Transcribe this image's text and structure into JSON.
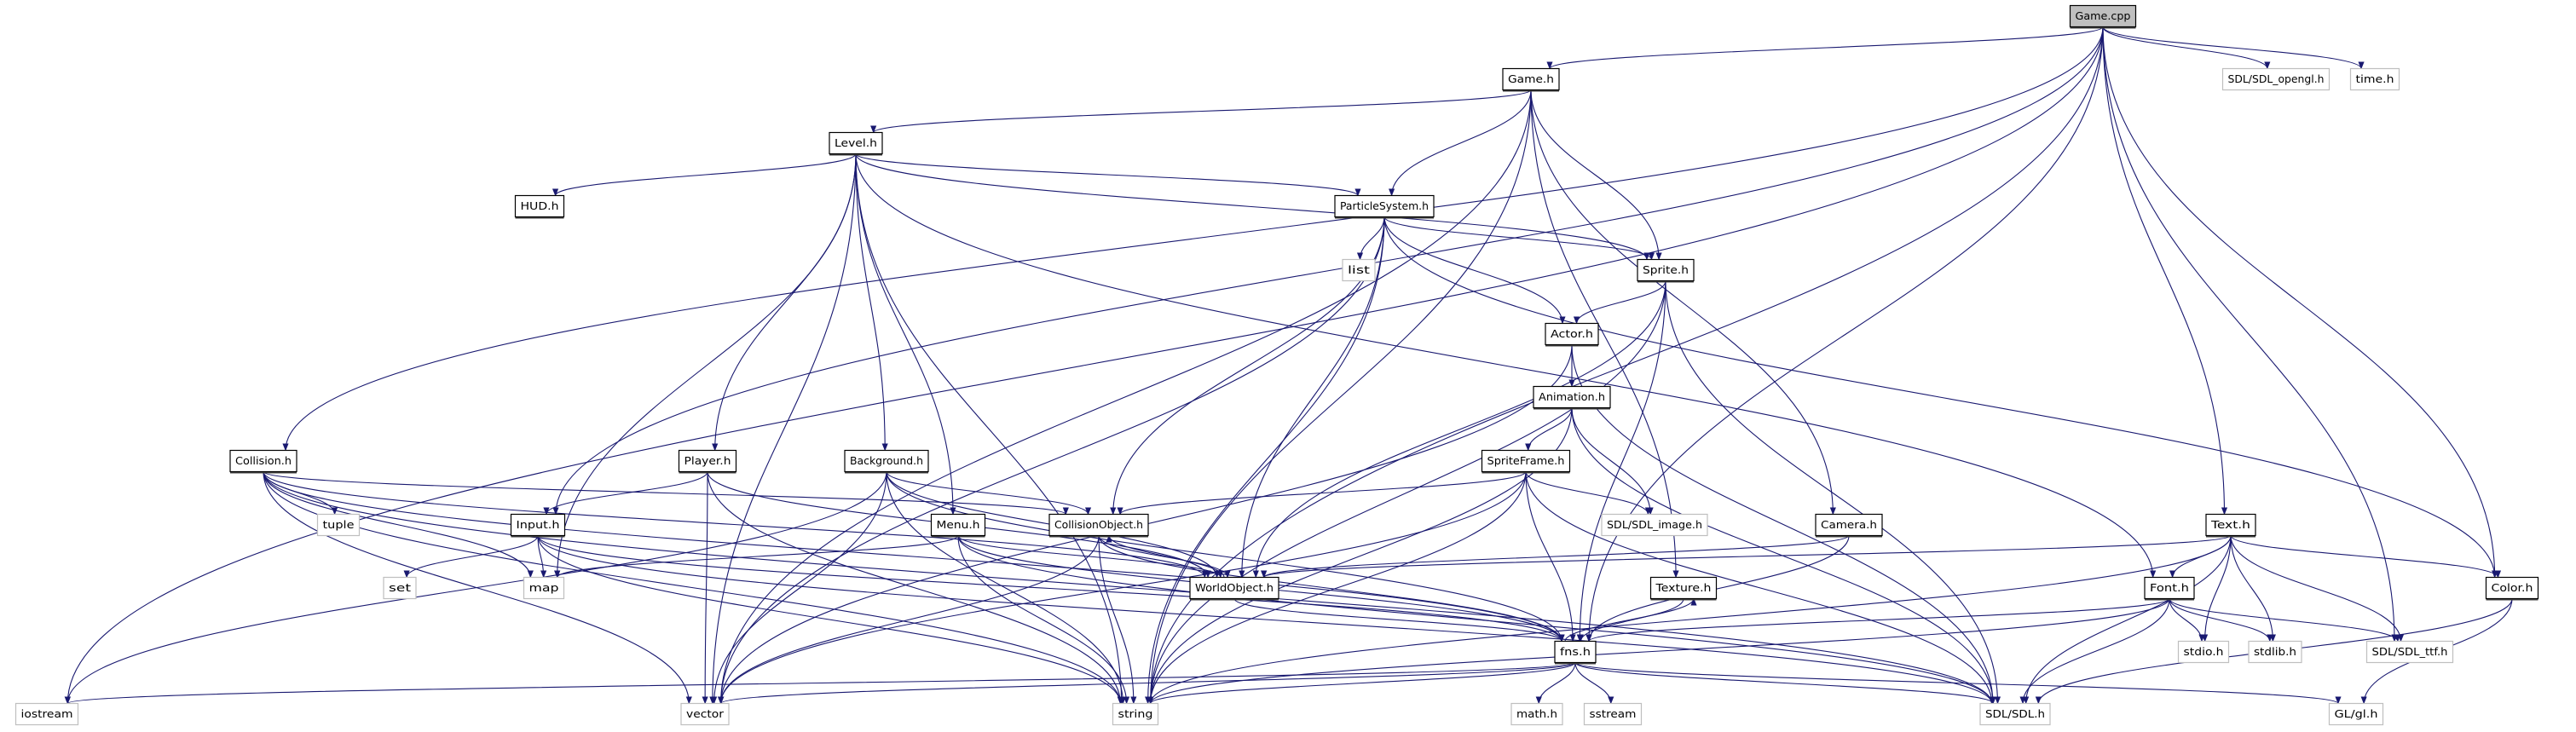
{
  "graph": {
    "edge_color": "#191970",
    "root_fill": "#bfbfbf",
    "nodes": [
      {
        "id": "Game.cpp",
        "label": "Game.cpp",
        "kind": "root"
      },
      {
        "id": "Game.h",
        "label": "Game.h",
        "kind": "local"
      },
      {
        "id": "SDL/SDL_opengl.h",
        "label": "SDL/SDL_opengl.h",
        "kind": "system"
      },
      {
        "id": "time.h",
        "label": "time.h",
        "kind": "system"
      },
      {
        "id": "Level.h",
        "label": "Level.h",
        "kind": "local"
      },
      {
        "id": "HUD.h",
        "label": "HUD.h",
        "kind": "local"
      },
      {
        "id": "ParticleSystem.h",
        "label": "ParticleSystem.h",
        "kind": "local"
      },
      {
        "id": "list",
        "label": "list",
        "kind": "system"
      },
      {
        "id": "Sprite.h",
        "label": "Sprite.h",
        "kind": "local"
      },
      {
        "id": "Actor.h",
        "label": "Actor.h",
        "kind": "local"
      },
      {
        "id": "Animation.h",
        "label": "Animation.h",
        "kind": "local"
      },
      {
        "id": "Collision.h",
        "label": "Collision.h",
        "kind": "local"
      },
      {
        "id": "Player.h",
        "label": "Player.h",
        "kind": "local"
      },
      {
        "id": "Background.h",
        "label": "Background.h",
        "kind": "local"
      },
      {
        "id": "SpriteFrame.h",
        "label": "SpriteFrame.h",
        "kind": "local"
      },
      {
        "id": "tuple",
        "label": "tuple",
        "kind": "system"
      },
      {
        "id": "Input.h",
        "label": "Input.h",
        "kind": "local"
      },
      {
        "id": "Menu.h",
        "label": "Menu.h",
        "kind": "local"
      },
      {
        "id": "CollisionObject.h",
        "label": "CollisionObject.h",
        "kind": "local"
      },
      {
        "id": "SDL/SDL_image.h",
        "label": "SDL/SDL_image.h",
        "kind": "system"
      },
      {
        "id": "Camera.h",
        "label": "Camera.h",
        "kind": "local"
      },
      {
        "id": "Text.h",
        "label": "Text.h",
        "kind": "local"
      },
      {
        "id": "set",
        "label": "set",
        "kind": "system"
      },
      {
        "id": "map",
        "label": "map",
        "kind": "system"
      },
      {
        "id": "WorldObject.h",
        "label": "WorldObject.h",
        "kind": "local"
      },
      {
        "id": "Texture.h",
        "label": "Texture.h",
        "kind": "local"
      },
      {
        "id": "Font.h",
        "label": "Font.h",
        "kind": "local"
      },
      {
        "id": "Color.h",
        "label": "Color.h",
        "kind": "local"
      },
      {
        "id": "fns.h",
        "label": "fns.h",
        "kind": "local"
      },
      {
        "id": "stdio.h",
        "label": "stdio.h",
        "kind": "system"
      },
      {
        "id": "stdlib.h",
        "label": "stdlib.h",
        "kind": "system"
      },
      {
        "id": "SDL/SDL_ttf.h",
        "label": "SDL/SDL_ttf.h",
        "kind": "system"
      },
      {
        "id": "iostream",
        "label": "iostream",
        "kind": "system"
      },
      {
        "id": "vector",
        "label": "vector",
        "kind": "system"
      },
      {
        "id": "string",
        "label": "string",
        "kind": "system"
      },
      {
        "id": "math.h",
        "label": "math.h",
        "kind": "system"
      },
      {
        "id": "sstream",
        "label": "sstream",
        "kind": "system"
      },
      {
        "id": "SDL/SDL.h",
        "label": "SDL/SDL.h",
        "kind": "system"
      },
      {
        "id": "GL/gl.h",
        "label": "GL/gl.h",
        "kind": "system"
      }
    ],
    "edges": [
      [
        "Game.cpp",
        "Game.h"
      ],
      [
        "Game.cpp",
        "SDL/SDL_opengl.h"
      ],
      [
        "Game.cpp",
        "time.h"
      ],
      [
        "Game.cpp",
        "iostream"
      ],
      [
        "Game.cpp",
        "string"
      ],
      [
        "Game.cpp",
        "Collision.h"
      ],
      [
        "Game.cpp",
        "Input.h"
      ],
      [
        "Game.cpp",
        "fns.h"
      ],
      [
        "Game.cpp",
        "Text.h"
      ],
      [
        "Game.cpp",
        "Color.h"
      ],
      [
        "Game.cpp",
        "SDL/SDL_ttf.h"
      ],
      [
        "Game.h",
        "Level.h"
      ],
      [
        "Game.h",
        "ParticleSystem.h"
      ],
      [
        "Game.h",
        "Sprite.h"
      ],
      [
        "Game.h",
        "Camera.h"
      ],
      [
        "Game.h",
        "Texture.h"
      ],
      [
        "Game.h",
        "vector"
      ],
      [
        "Game.h",
        "string"
      ],
      [
        "Level.h",
        "HUD.h"
      ],
      [
        "Level.h",
        "ParticleSystem.h"
      ],
      [
        "Level.h",
        "Sprite.h"
      ],
      [
        "Level.h",
        "Player.h"
      ],
      [
        "Level.h",
        "Background.h"
      ],
      [
        "Level.h",
        "Menu.h"
      ],
      [
        "Level.h",
        "map"
      ],
      [
        "Level.h",
        "vector"
      ],
      [
        "Level.h",
        "string"
      ],
      [
        "Level.h",
        "Font.h"
      ],
      [
        "ParticleSystem.h",
        "list"
      ],
      [
        "ParticleSystem.h",
        "Sprite.h"
      ],
      [
        "ParticleSystem.h",
        "Actor.h"
      ],
      [
        "ParticleSystem.h",
        "Color.h"
      ],
      [
        "ParticleSystem.h",
        "CollisionObject.h"
      ],
      [
        "ParticleSystem.h",
        "WorldObject.h"
      ],
      [
        "ParticleSystem.h",
        "vector"
      ],
      [
        "ParticleSystem.h",
        "string"
      ],
      [
        "Sprite.h",
        "Actor.h"
      ],
      [
        "Sprite.h",
        "SDL/SDL.h"
      ],
      [
        "Sprite.h",
        "string"
      ],
      [
        "Sprite.h",
        "fns.h"
      ],
      [
        "Sprite.h",
        "WorldObject.h"
      ],
      [
        "Actor.h",
        "Animation.h"
      ],
      [
        "Actor.h",
        "SDL/SDL.h"
      ],
      [
        "Actor.h",
        "vector"
      ],
      [
        "Animation.h",
        "SpriteFrame.h"
      ],
      [
        "Animation.h",
        "SDL/SDL_image.h"
      ],
      [
        "Animation.h",
        "string"
      ],
      [
        "Animation.h",
        "SDL/SDL.h"
      ],
      [
        "SpriteFrame.h",
        "CollisionObject.h"
      ],
      [
        "SpriteFrame.h",
        "SDL/SDL_image.h"
      ],
      [
        "SpriteFrame.h",
        "fns.h"
      ],
      [
        "SpriteFrame.h",
        "vector"
      ],
      [
        "SpriteFrame.h",
        "string"
      ],
      [
        "SpriteFrame.h",
        "SDL/SDL.h"
      ],
      [
        "Collision.h",
        "tuple"
      ],
      [
        "Collision.h",
        "CollisionObject.h"
      ],
      [
        "Collision.h",
        "map"
      ],
      [
        "Collision.h",
        "WorldObject.h"
      ],
      [
        "Collision.h",
        "fns.h"
      ],
      [
        "Collision.h",
        "vector"
      ],
      [
        "Collision.h",
        "string"
      ],
      [
        "Collision.h",
        "SDL/SDL.h"
      ],
      [
        "Player.h",
        "Input.h"
      ],
      [
        "Player.h",
        "WorldObject.h"
      ],
      [
        "Player.h",
        "vector"
      ],
      [
        "Player.h",
        "string"
      ],
      [
        "Background.h",
        "CollisionObject.h"
      ],
      [
        "Background.h",
        "WorldObject.h"
      ],
      [
        "Background.h",
        "vector"
      ],
      [
        "Background.h",
        "string"
      ],
      [
        "Background.h",
        "fns.h"
      ],
      [
        "Background.h",
        "iostream"
      ],
      [
        "Input.h",
        "set"
      ],
      [
        "Input.h",
        "map"
      ],
      [
        "Input.h",
        "fns.h"
      ],
      [
        "Input.h",
        "SDL/SDL.h"
      ],
      [
        "Input.h",
        "string"
      ],
      [
        "Menu.h",
        "map"
      ],
      [
        "Menu.h",
        "WorldObject.h"
      ],
      [
        "Menu.h",
        "string"
      ],
      [
        "Menu.h",
        "fns.h"
      ],
      [
        "Menu.h",
        "SDL/SDL.h"
      ],
      [
        "CollisionObject.h",
        "WorldObject.h"
      ],
      [
        "CollisionObject.h",
        "vector"
      ],
      [
        "CollisionObject.h",
        "string"
      ],
      [
        "CollisionObject.h",
        "fns.h"
      ],
      [
        "WorldObject.h",
        "CollisionObject.h"
      ],
      [
        "WorldObject.h",
        "fns.h"
      ],
      [
        "Camera.h",
        "WorldObject.h"
      ],
      [
        "Camera.h",
        "fns.h"
      ],
      [
        "Text.h",
        "Font.h"
      ],
      [
        "Text.h",
        "Color.h"
      ],
      [
        "Text.h",
        "WorldObject.h"
      ],
      [
        "Text.h",
        "stdio.h"
      ],
      [
        "Text.h",
        "stdlib.h"
      ],
      [
        "Text.h",
        "SDL/SDL_ttf.h"
      ],
      [
        "Text.h",
        "SDL/SDL.h"
      ],
      [
        "Text.h",
        "string"
      ],
      [
        "Font.h",
        "fns.h"
      ],
      [
        "Font.h",
        "stdio.h"
      ],
      [
        "Font.h",
        "stdlib.h"
      ],
      [
        "Font.h",
        "SDL/SDL_ttf.h"
      ],
      [
        "Font.h",
        "SDL/SDL.h"
      ],
      [
        "Font.h",
        "string"
      ],
      [
        "Texture.h",
        "fns.h"
      ],
      [
        "fns.h",
        "Texture.h"
      ],
      [
        "Color.h",
        "SDL/SDL.h"
      ],
      [
        "Color.h",
        "GL/gl.h"
      ],
      [
        "fns.h",
        "iostream"
      ],
      [
        "fns.h",
        "vector"
      ],
      [
        "fns.h",
        "string"
      ],
      [
        "fns.h",
        "math.h"
      ],
      [
        "fns.h",
        "sstream"
      ],
      [
        "fns.h",
        "SDL/SDL.h"
      ],
      [
        "fns.h",
        "GL/gl.h"
      ]
    ]
  }
}
